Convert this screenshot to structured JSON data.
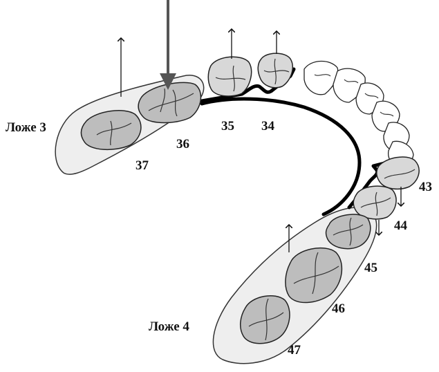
{
  "labels": {
    "bed3": "Ложе 3",
    "bed4": "Ложе 4",
    "t34": "34",
    "t35": "35",
    "t36": "36",
    "t37": "37",
    "t43": "43",
    "t44": "44",
    "t45": "45",
    "t46": "46",
    "t47": "47"
  },
  "colors": {
    "bed_fill": "#eeeeee",
    "tooth_fill": "#bdbdbd",
    "bar": "#000000",
    "load_arrow": "#555555"
  }
}
